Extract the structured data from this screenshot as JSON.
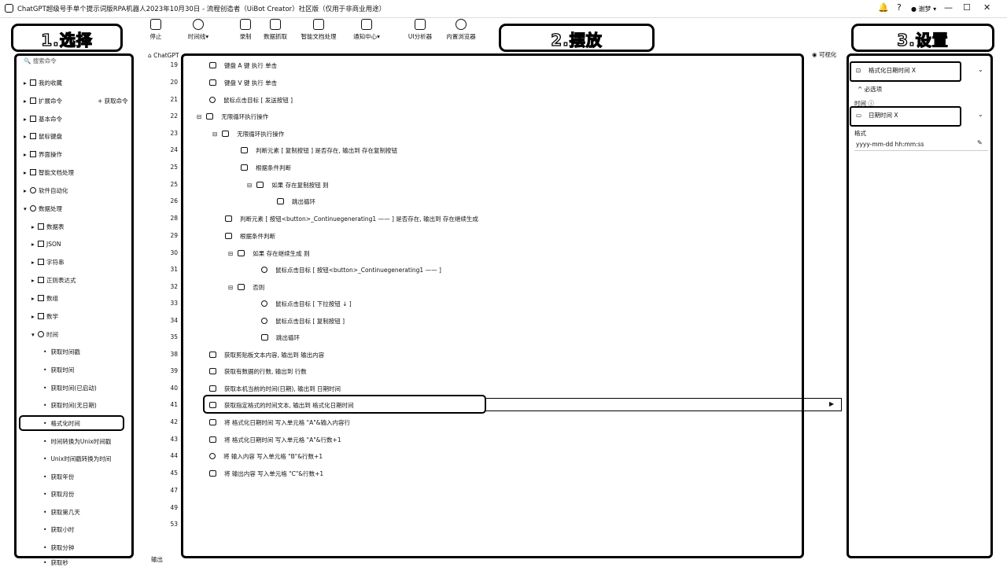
{
  "app": {
    "title": "ChatGPT超级号手单个提示词版RPA机器人2023年10月30日 - 流程创造者（UiBot Creator）社区版（仅用于非商业用途）",
    "user_name": "谢梦",
    "help_icon": "?",
    "minimize": "—",
    "maximize": "☐",
    "close": "✕"
  },
  "toolbar": {
    "items": [
      {
        "label": "停止",
        "icon": "stop-icon"
      },
      {
        "label": "时间线▾",
        "icon": "timeline-icon"
      },
      {
        "label": "录制",
        "icon": "record-icon"
      },
      {
        "label": "数据抓取",
        "icon": "data-scrape-icon"
      },
      {
        "label": "智能文档处理",
        "icon": "document-icon"
      },
      {
        "label": "通知中心▾",
        "icon": "notification-icon"
      },
      {
        "label": "UI分析器",
        "icon": "ui-analyzer-icon"
      },
      {
        "label": "内置浏览器",
        "icon": "browser-icon"
      }
    ]
  },
  "callouts": {
    "select": "1.选择",
    "place": "2.摆放",
    "settings": "3.设置"
  },
  "left_panel": {
    "search_placeholder": "搜索命令",
    "categories": [
      {
        "label": "我的收藏",
        "caret": "▸"
      },
      {
        "label": "扩展命令",
        "caret": "▸",
        "extra": "获取命令"
      },
      {
        "label": "基本命令",
        "caret": "▸"
      },
      {
        "label": "鼠标键盘",
        "caret": "▸"
      },
      {
        "label": "界面操作",
        "caret": "▸"
      },
      {
        "label": "智能文档处理",
        "caret": "▸"
      },
      {
        "label": "软件自动化",
        "caret": "▸"
      },
      {
        "label": "数据处理",
        "caret": "▾"
      },
      {
        "label": "数据表",
        "caret": "▸"
      },
      {
        "label": "JSON",
        "caret": "▸"
      },
      {
        "label": "字符串",
        "caret": "▸"
      },
      {
        "label": "正则表达式",
        "caret": "▸"
      },
      {
        "label": "数组",
        "caret": "▸"
      },
      {
        "label": "数学",
        "caret": "▸"
      },
      {
        "label": "时间",
        "caret": "▾"
      }
    ],
    "time_items": [
      "获取时间戳",
      "获取时间",
      "获取时间(已启动)",
      "获取时间(无日期)",
      "格式化时间",
      "时间转换为Unix时间戳",
      "Unix时间戳转换为时间",
      "获取年份",
      "获取月份",
      "获取第几天",
      "获取小时",
      "获取分钟",
      "获取秒"
    ]
  },
  "editor": {
    "tab_label": "ChatGPT",
    "visualize_label": "可视化",
    "output_label": "输出",
    "lines": [
      {
        "num": "19",
        "text": "键盘 A 键 执行 单击"
      },
      {
        "num": "20",
        "text": "键盘 V 键 执行 单击"
      },
      {
        "num": "21",
        "text": "鼠标点击目标 [ 发送按钮 ]"
      },
      {
        "num": "22",
        "text": "无限循环执行操作"
      },
      {
        "num": "23",
        "text": "无限循环执行操作"
      },
      {
        "num": "24",
        "text": "判断元素 [ 复制按钮 ] 是否存在, 输出到 存在复制按钮"
      },
      {
        "num": "25",
        "text": "根据条件判断"
      },
      {
        "num": "25",
        "text": "如果 存在复制按钮 则"
      },
      {
        "num": "26",
        "text": "跳出循环"
      },
      {
        "num": "28",
        "text": "判断元素 [ 按钮<button>_Continuegenerating1 —— ] 是否存在, 输出到 存在继续生成"
      },
      {
        "num": "29",
        "text": "根据条件判断"
      },
      {
        "num": "30",
        "text": "如果 存在继续生成 则"
      },
      {
        "num": "31",
        "text": "鼠标点击目标 [ 按钮<button>_Continuegenerating1 —— ]"
      },
      {
        "num": "32",
        "text": "否则"
      },
      {
        "num": "33",
        "text": "鼠标点击目标 [ 下拉按钮 ↓ ]"
      },
      {
        "num": "34",
        "text": "鼠标点击目标 [ 复制按钮 ]"
      },
      {
        "num": "35",
        "text": "跳出循环"
      },
      {
        "num": "38",
        "text": "获取剪贴板文本内容, 输出到 输出内容"
      },
      {
        "num": "39",
        "text": "获取有数据的行数, 输出到 行数"
      },
      {
        "num": "40",
        "text": "获取本机当前的时间(日期), 输出到 日期时间"
      },
      {
        "num": "41",
        "text": "获取指定格式的时间文本, 输出到 格式化日期时间"
      },
      {
        "num": "42",
        "text": "将 格式化日期时间 写入单元格 \"A\"&输入内容行"
      },
      {
        "num": "43",
        "text": "将 格式化日期时间 写入单元格 \"A\"&行数+1"
      },
      {
        "num": "44",
        "text": "将 输入内容 写入单元格 \"B\"&行数+1"
      },
      {
        "num": "45",
        "text": "将 输出内容 写入单元格 \"C\"&行数+1"
      },
      {
        "num": "47",
        "text": ""
      },
      {
        "num": "49",
        "text": ""
      },
      {
        "num": "53",
        "text": ""
      }
    ]
  },
  "right_panel": {
    "output_var": "格式化日期时间 X",
    "optional_label": "^ 必选项",
    "time_label": "时间",
    "time_value": "日期时间 X",
    "format_label": "格式",
    "format_value": "yyyy-mm-dd hh:mm:ss"
  }
}
